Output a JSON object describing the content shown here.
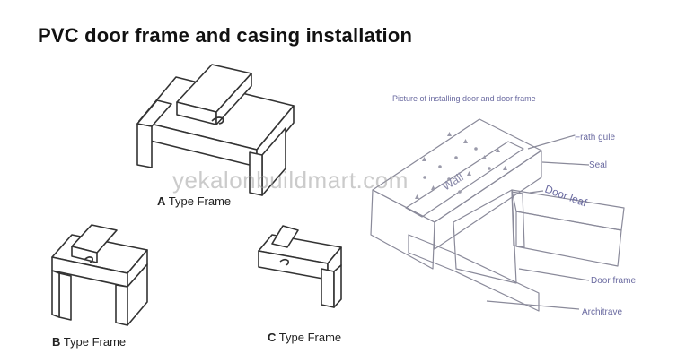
{
  "title": "PVC door frame and casing installation",
  "frames": {
    "a": {
      "letter": "A",
      "label": "Type Frame"
    },
    "b": {
      "letter": "B",
      "label": "Type Frame"
    },
    "c": {
      "letter": "C",
      "label": "Type Frame"
    }
  },
  "install_picture": {
    "caption": "Picture of installing door and door frame",
    "labels": {
      "frath_gule": "Frath gule",
      "seal": "Seal",
      "door_leaf": "Door leaf",
      "wall": "Wall",
      "door_frame": "Door frame",
      "architrave": "Architrave"
    }
  },
  "watermark": "yekalonbuildmart.com"
}
